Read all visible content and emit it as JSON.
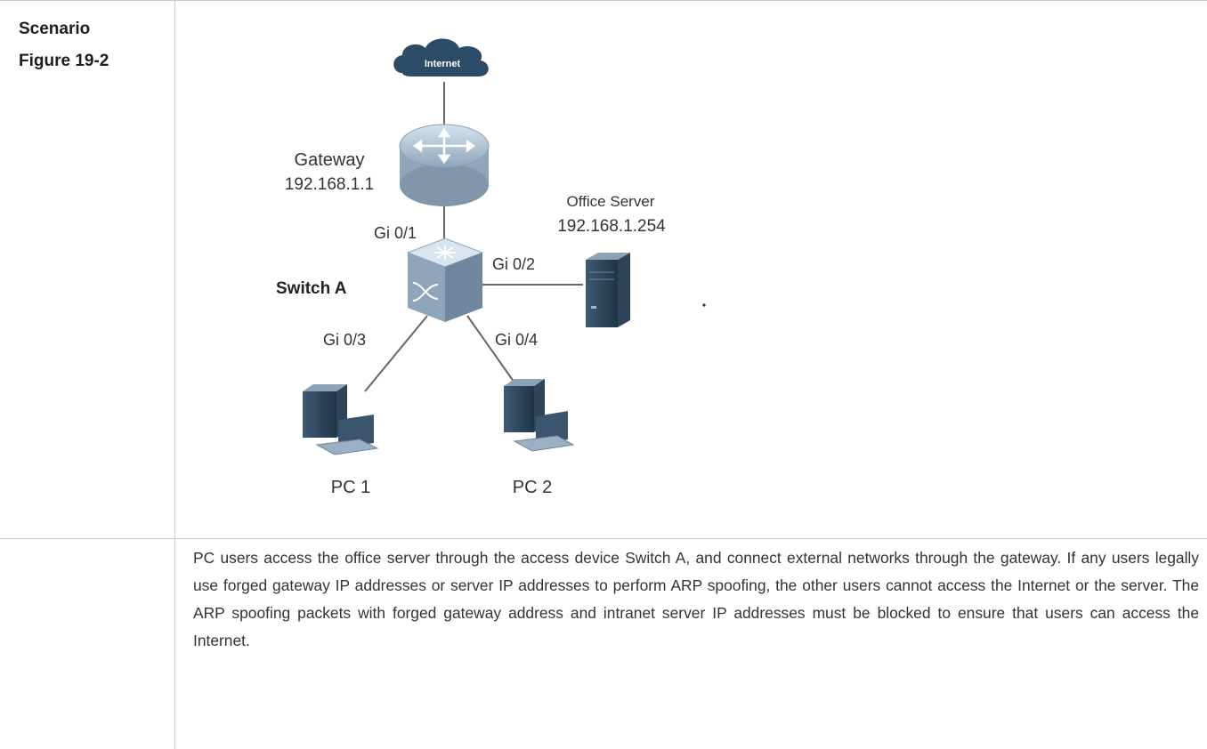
{
  "labels": {
    "scenario": "Scenario",
    "figure": "Figure 19-2"
  },
  "diagram": {
    "internet": "Internet",
    "gateway_name": "Gateway",
    "gateway_ip": "192.168.1.1",
    "server_name": "Office Server",
    "server_ip": "192.168.1.254",
    "switch_name": "Switch A",
    "port_gateway": "Gi 0/1",
    "port_server": "Gi 0/2",
    "port_pc1": "Gi 0/3",
    "port_pc2": "Gi 0/4",
    "pc1": "PC 1",
    "pc2": "PC 2"
  },
  "description": "PC users access the office server through the access device Switch A, and connect external networks through the gateway. If any users legally use forged gateway IP addresses or server IP addresses to perform ARP spoofing, the other users cannot access the Internet or the server. The ARP spoofing packets with forged gateway address and intranet server IP addresses must be blocked to ensure that users can access the Internet."
}
